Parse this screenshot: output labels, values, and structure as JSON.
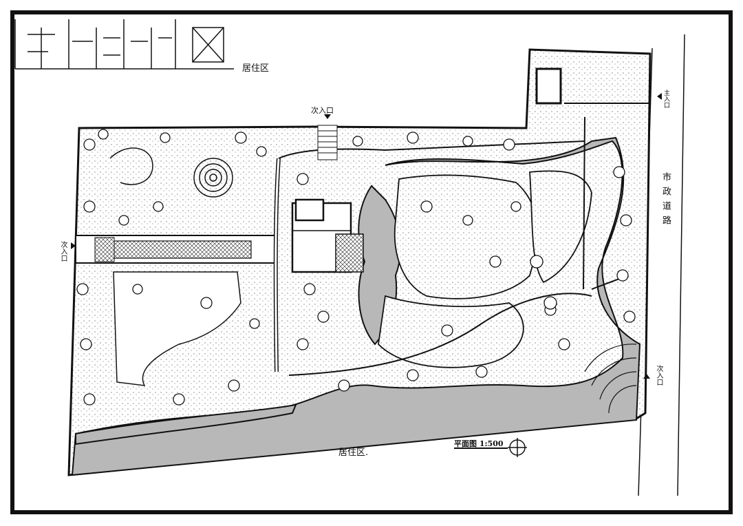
{
  "labels": {
    "top_residential": "居住区",
    "bottom_residential": "居住区.",
    "left_entrance": "次入口",
    "top_entrance": "次入口",
    "right_lower_entrance": "次入口",
    "right_upper_entrance": "主入口",
    "road": "市政道路",
    "title": "平面图 1:500"
  },
  "colors": {
    "ink": "#111111",
    "water": "#b8b8b8",
    "paper": "#ffffff"
  }
}
